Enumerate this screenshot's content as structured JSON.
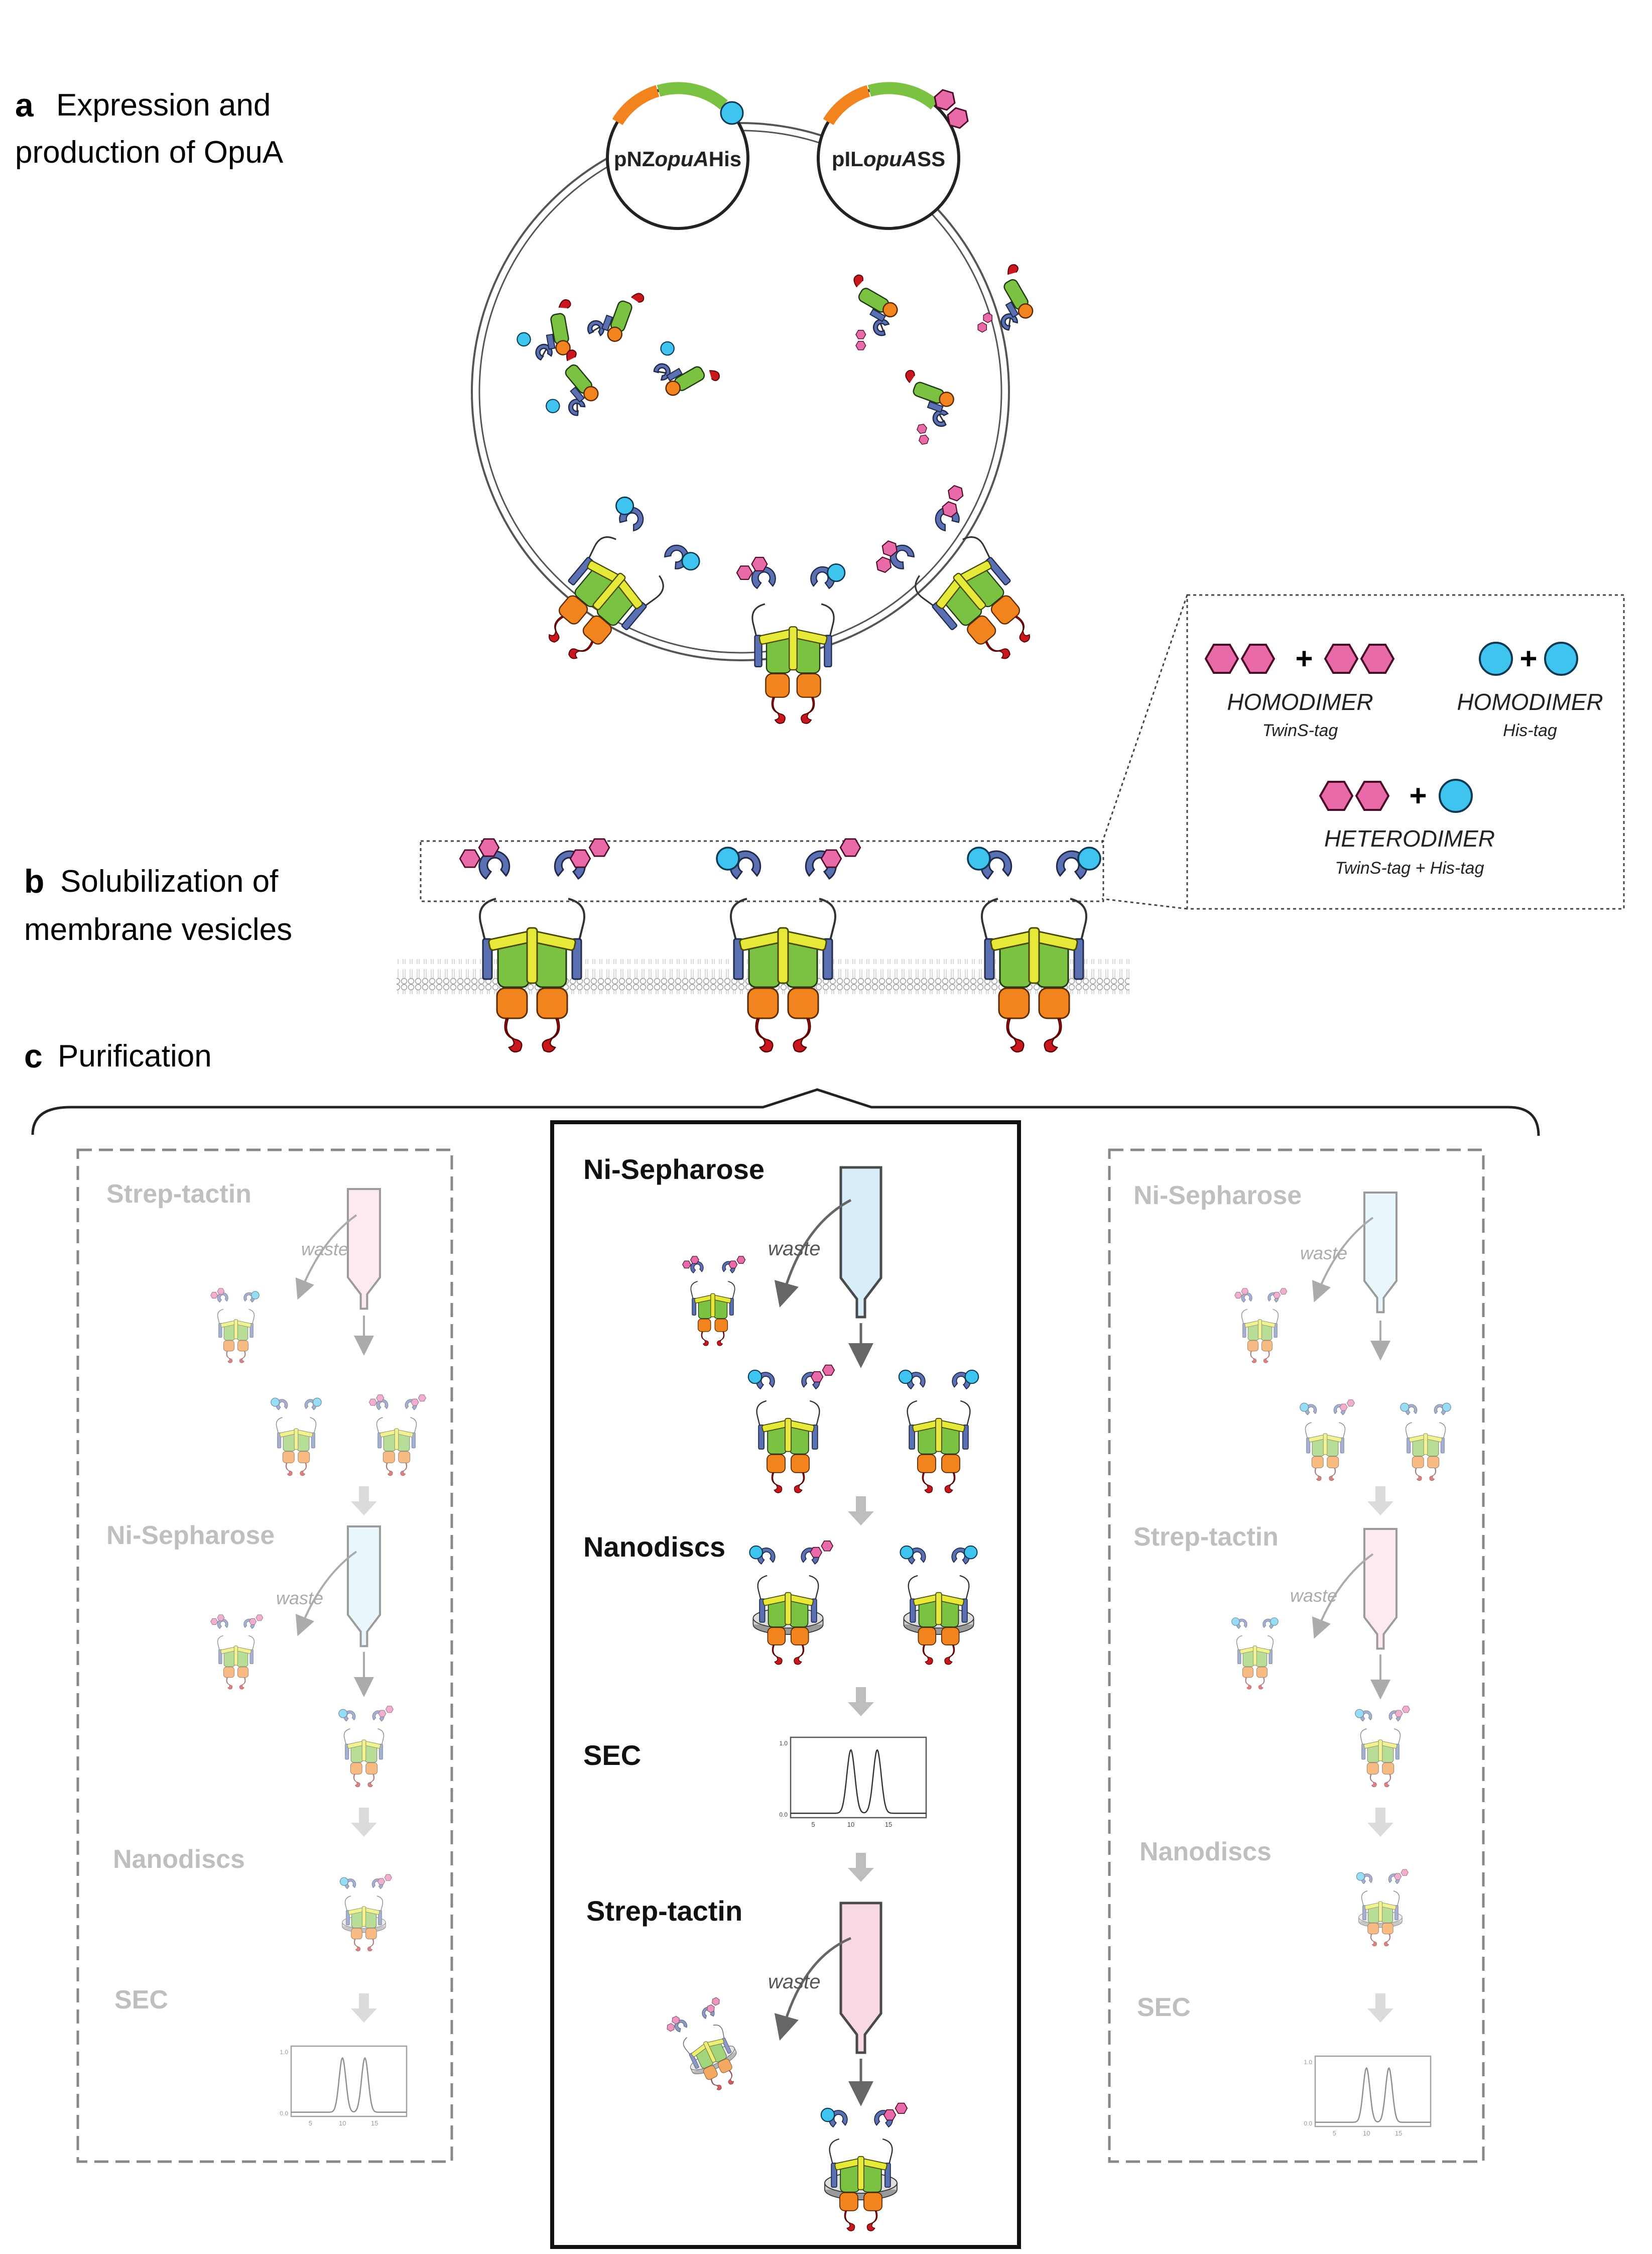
{
  "colors": {
    "pink_tag": "#e86aa8",
    "his_tag": "#3ec4ee",
    "nbd_orange": "#f2841f",
    "tmd_green": "#7cc242",
    "helix_yellow": "#e6e83a",
    "sbd_blue": "#5b6fb3",
    "red_tail": "#c8171e",
    "strep_column": "#f9d8e6",
    "ni_column": "#d7eefa",
    "faded_text": "#8a8a8a"
  },
  "panel_a": {
    "letter": "a",
    "title_line1": "Expression and",
    "title_line2": "production of OpuA",
    "plasmid_his": {
      "prefix": "pNZ",
      "gene": "opuA",
      "suffix": "His"
    },
    "plasmid_ss": {
      "prefix": "pIL",
      "gene": "opuA",
      "suffix": "SS"
    }
  },
  "panel_b": {
    "letter": "b",
    "title_line1": "Solubilization of",
    "title_line2": "membrane vesicles"
  },
  "panel_c": {
    "letter": "c",
    "title": "Purification"
  },
  "legend": {
    "plus": "+",
    "homo_twins_title": "HOMODIMER",
    "homo_twins_sub": "TwinS-tag",
    "homo_his_title": "HOMODIMER",
    "homo_his_sub": "His-tag",
    "hetero_title": "HETERODIMER",
    "hetero_sub": "TwinS-tag + His-tag"
  },
  "waste": "waste",
  "left_column": {
    "step1": "Strep-tactin",
    "step2": "Ni-Sepharose",
    "step3": "Nanodiscs",
    "step4": "SEC"
  },
  "middle_column": {
    "step1": "Ni-Sepharose",
    "step2": "Nanodiscs",
    "step3": "SEC",
    "step4": "Strep-tactin"
  },
  "right_column": {
    "step1": "Ni-Sepharose",
    "step2": "Strep-tactin",
    "step3": "Nanodiscs",
    "step4": "SEC"
  },
  "sec_chart": {
    "type": "line",
    "x_ticks": [
      "5",
      "10",
      "15"
    ],
    "y_ticks": [
      "1.0",
      "0.0"
    ],
    "peaks_x": [
      10,
      13.5
    ]
  }
}
